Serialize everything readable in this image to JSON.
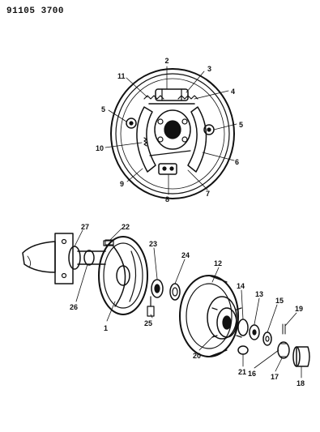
{
  "page_code": "91105 3700",
  "callouts": [
    {
      "id": "c1",
      "text": "1"
    },
    {
      "id": "c2",
      "text": "2"
    },
    {
      "id": "c3",
      "text": "3"
    },
    {
      "id": "c4",
      "text": "4"
    },
    {
      "id": "c5a",
      "text": "5"
    },
    {
      "id": "c5b",
      "text": "5"
    },
    {
      "id": "c6",
      "text": "6"
    },
    {
      "id": "c7",
      "text": "7"
    },
    {
      "id": "c8",
      "text": "8"
    },
    {
      "id": "c9",
      "text": "9"
    },
    {
      "id": "c10",
      "text": "10"
    },
    {
      "id": "c11",
      "text": "11"
    },
    {
      "id": "c12",
      "text": "12"
    },
    {
      "id": "c13",
      "text": "13"
    },
    {
      "id": "c14",
      "text": "14"
    },
    {
      "id": "c15",
      "text": "15"
    },
    {
      "id": "c16",
      "text": "16"
    },
    {
      "id": "c17",
      "text": "17"
    },
    {
      "id": "c18",
      "text": "18"
    },
    {
      "id": "c19",
      "text": "19"
    },
    {
      "id": "c20",
      "text": "20"
    },
    {
      "id": "c21",
      "text": "21"
    },
    {
      "id": "c22",
      "text": "22"
    },
    {
      "id": "c23",
      "text": "23"
    },
    {
      "id": "c24",
      "text": "24"
    },
    {
      "id": "c25",
      "text": "25"
    },
    {
      "id": "c26",
      "text": "26"
    },
    {
      "id": "c27",
      "text": "27"
    }
  ]
}
